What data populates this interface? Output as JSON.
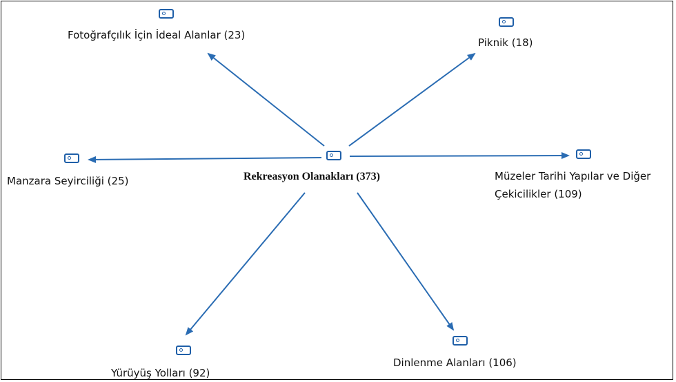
{
  "diagram": {
    "center": {
      "label": "Rekreasyon Olanakları (373)"
    },
    "nodes": [
      {
        "id": "fotografcilik",
        "label": "Fotoğrafçılık İçin İdeal Alanlar (23)"
      },
      {
        "id": "piknik",
        "label": "Piknik (18)"
      },
      {
        "id": "manzara",
        "label": "Manzara Seyirciliği (25)"
      },
      {
        "id": "muzeler",
        "label_line1": "Müzeler Tarihi Yapılar ve Diğer",
        "label_line2": "Çekicilikler (109)"
      },
      {
        "id": "yuruyus",
        "label": "Yürüyüş Yolları (92)"
      },
      {
        "id": "dinlenme",
        "label": "Dinlenme Alanları  (106)"
      }
    ],
    "colors": {
      "edge": "#2a6cb3",
      "icon": "#1f5fa8"
    }
  }
}
